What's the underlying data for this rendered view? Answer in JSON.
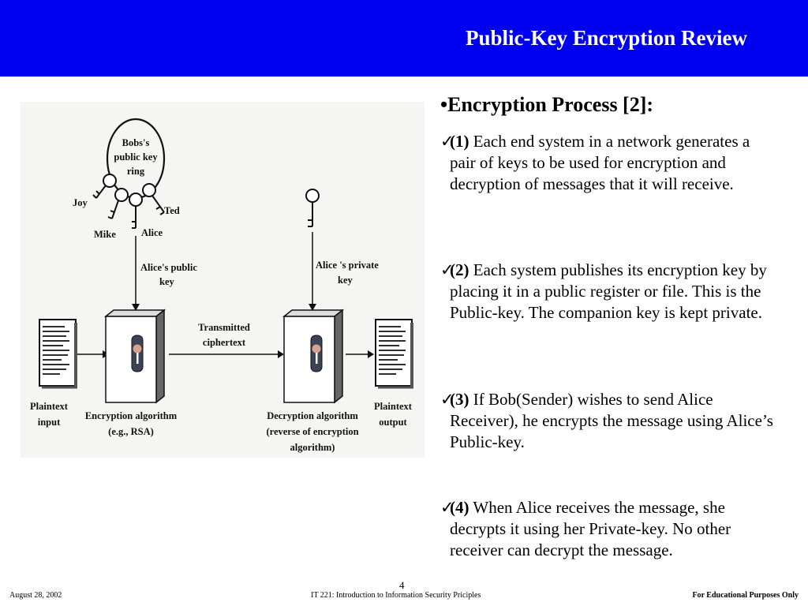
{
  "header": {
    "title": "Public-Key Encryption Review"
  },
  "figure": {
    "ring_label_1": "Bobs's",
    "ring_label_2": "public key",
    "ring_label_3": "ring",
    "joy": "Joy",
    "mike": "Mike",
    "alice": "Alice",
    "ted": "Ted",
    "alice_public_1": "Alice's public",
    "alice_public_2": "key",
    "alice_private_1": "Alice 's private",
    "alice_private_2": "key",
    "transmitted_1": "Transmitted",
    "transmitted_2": "ciphertext",
    "plaintext_input_1": "Plaintext",
    "plaintext_input_2": "input",
    "enc_alg_1": "Encryption algorithm",
    "enc_alg_2": "(e.g., RSA)",
    "dec_alg_1": "Decryption algorithm",
    "dec_alg_2": "(reverse of encryption",
    "dec_alg_3": "algorithm)",
    "plaintext_output_1": "Plaintext",
    "plaintext_output_2": "output"
  },
  "content": {
    "heading_bullet": "•",
    "heading": "Encryption Process [2]:",
    "check": "✓",
    "items": [
      {
        "num": "(1)",
        "text": " Each end system in a network generates a pair of keys to be used for encryption and decryption of messages that it will receive."
      },
      {
        "num": "(2)",
        "text": " Each system publishes its encryption key by placing it in a public register or file.  This is the Public-key.  The companion key is kept private."
      },
      {
        "num": "(3)",
        "text": " If Bob(Sender) wishes to send Alice Receiver), he encrypts the message using Alice’s Public-key."
      },
      {
        "num": "(4)",
        "text": " When Alice receives the message, she decrypts it using her Private-key.  No other receiver can decrypt the message."
      }
    ]
  },
  "footer": {
    "date": "August 28,  2002",
    "course": "IT 221: Introduction to Information Security Priciples",
    "page": "4",
    "notice": "For Educational Purposes Only"
  }
}
